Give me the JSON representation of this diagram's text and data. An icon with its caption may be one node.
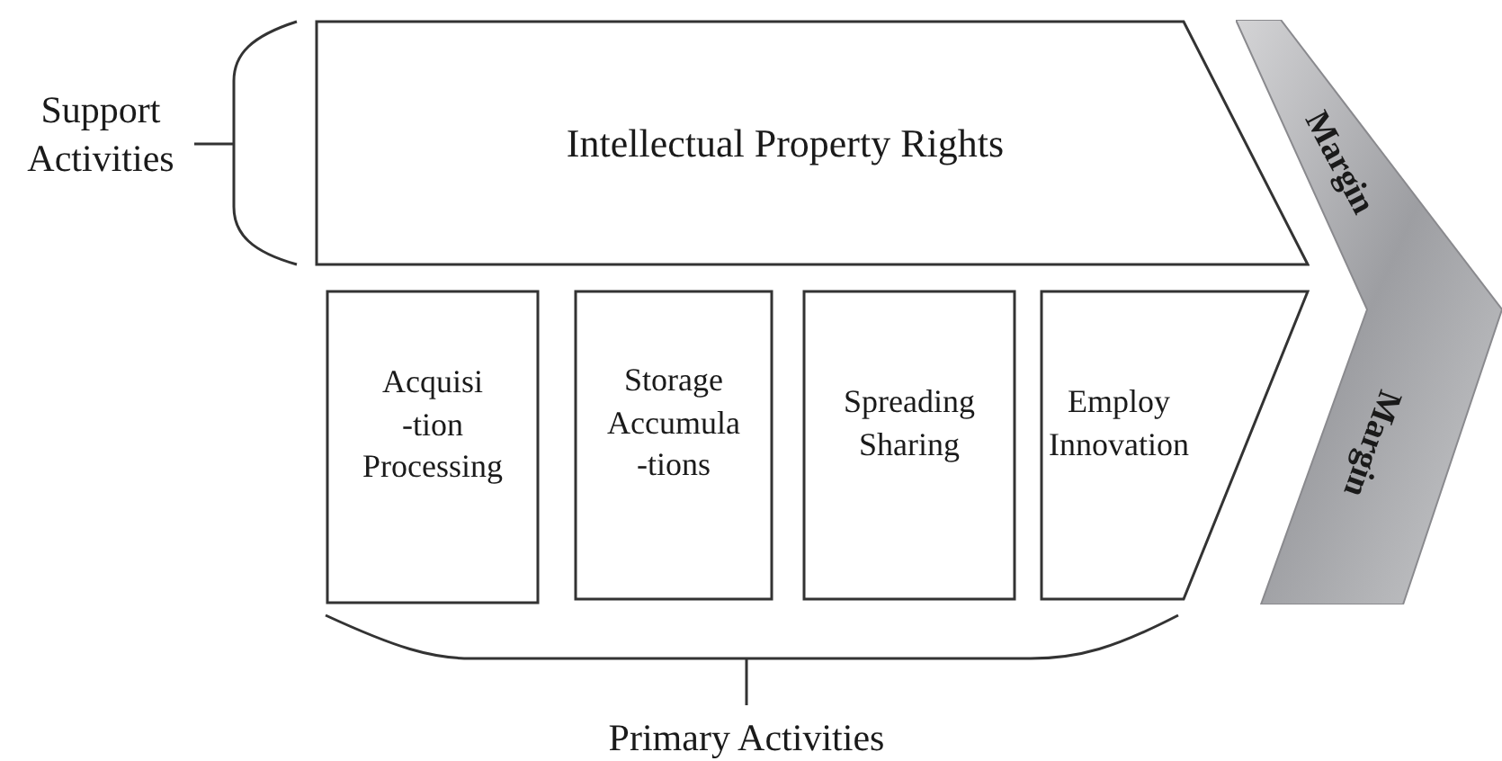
{
  "diagram": {
    "nodes": [
      {
        "text": [
          "Intellectual Property Rights"
        ]
      },
      {
        "text": [
          "Acquisi -tion Processing"
        ]
      },
      {
        "text": [
          "Storage Accumula -tions"
        ]
      },
      {
        "text": [
          "Spreading Sharing"
        ]
      },
      {
        "text": [
          "Employ Innovation"
        ]
      },
      {
        "text": [
          "Margin",
          "Margin"
        ]
      }
    ],
    "labels": [
      "Support Activities",
      "Primary Activities"
    ]
  }
}
